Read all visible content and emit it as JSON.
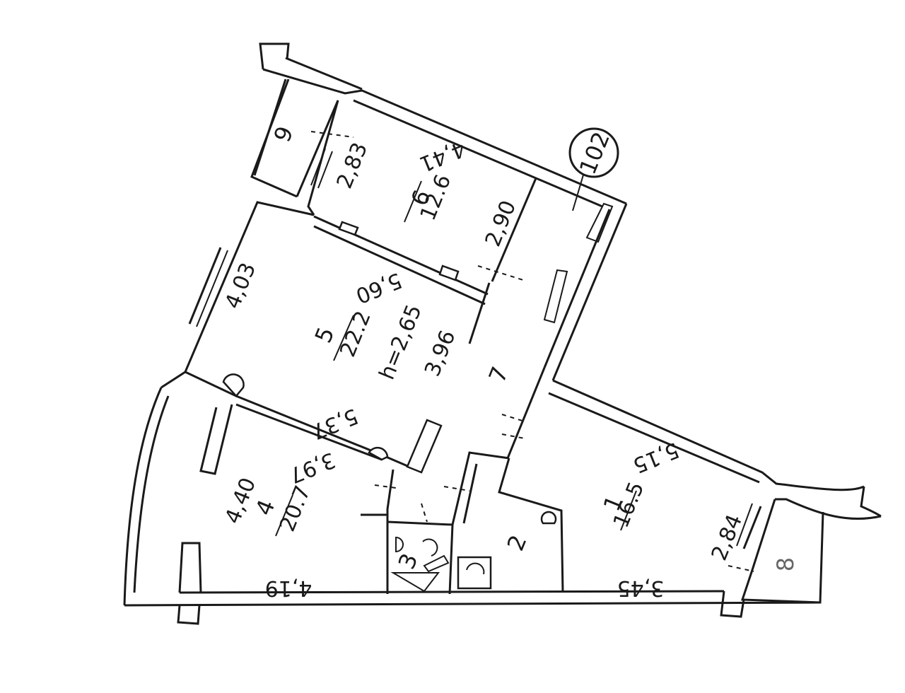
{
  "apartment": {
    "number": "102"
  },
  "rooms": [
    {
      "id": "1",
      "number": "1",
      "area": "16.5",
      "dims": [
        "5,15",
        "2,84",
        "3,45"
      ]
    },
    {
      "id": "2",
      "number": "2"
    },
    {
      "id": "3",
      "number": "3"
    },
    {
      "id": "4",
      "number": "4",
      "area": "20.7",
      "dims": [
        "3,97",
        "4,40",
        "4,19"
      ]
    },
    {
      "id": "5",
      "number": "5",
      "area": "22.2",
      "height": "h=2,65",
      "dims": [
        "5,60",
        "4,03",
        "5,37",
        "3,96"
      ]
    },
    {
      "id": "6",
      "number": "6",
      "area": "12.6",
      "dims": [
        "4,41",
        "2,83",
        "2,90"
      ]
    },
    {
      "id": "7",
      "number": "7"
    },
    {
      "id": "8",
      "number": "8"
    },
    {
      "id": "9",
      "number": "9"
    }
  ]
}
